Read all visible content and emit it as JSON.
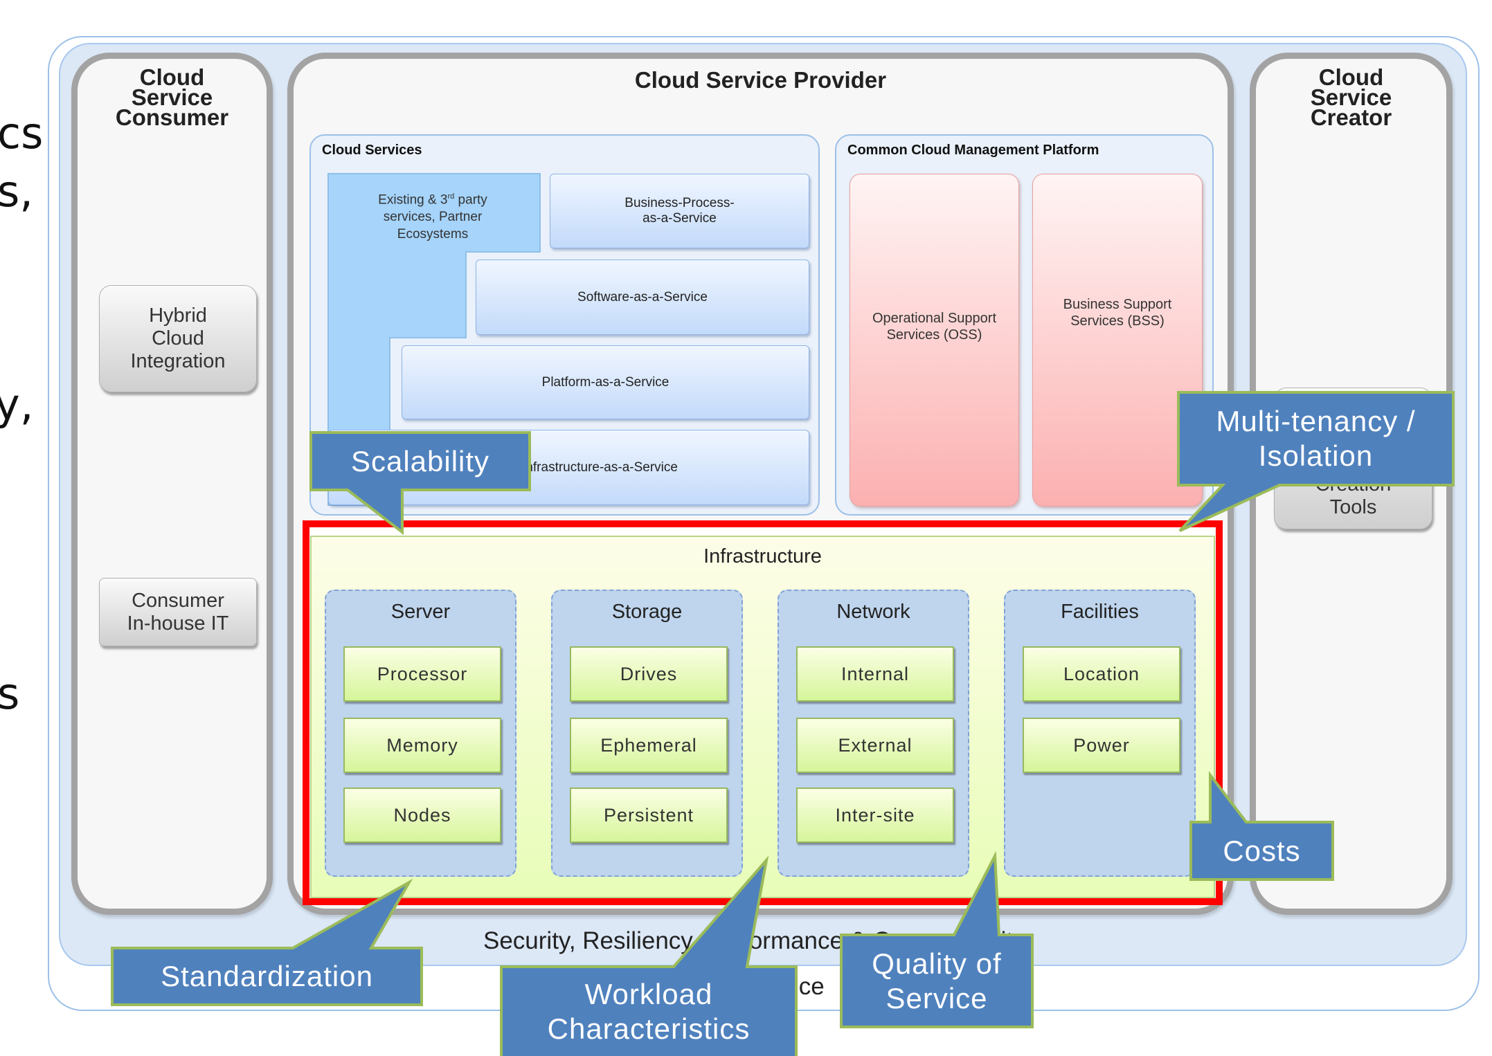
{
  "left_fragments": [
    "cs",
    "s,",
    "y,",
    "s"
  ],
  "consumer": {
    "title": "Cloud Service Consumer",
    "items": [
      "Hybrid Cloud Integration",
      "Consumer In-house IT"
    ]
  },
  "provider": {
    "title": "Cloud Service Provider"
  },
  "creator": {
    "title": "Cloud Service Creator",
    "items": [
      "Creation Tools"
    ]
  },
  "cloud_services": {
    "title": "Cloud Services",
    "existing": {
      "line1_pre": "Existing & 3",
      "sup": "rd",
      "line1_post": " party",
      "line2": "services, Partner",
      "line3": "Ecosystems"
    },
    "layers": [
      "Business-Process-as-a-Service",
      "Software-as-a-Service",
      "Platform-as-a-Service",
      "Infrastructure-as-a-Service"
    ]
  },
  "ccmp": {
    "title": "Common Cloud Management Platform",
    "blocks": [
      "Operational Support Services (OSS)",
      "Business Support Services (BSS)"
    ]
  },
  "infrastructure": {
    "title": "Infrastructure",
    "groups": [
      {
        "name": "Server",
        "items": [
          "Processor",
          "Memory",
          "Nodes"
        ]
      },
      {
        "name": "Storage",
        "items": [
          "Drives",
          "Ephemeral",
          "Persistent"
        ]
      },
      {
        "name": "Network",
        "items": [
          "Internal",
          "External",
          "Inter-site"
        ]
      },
      {
        "name": "Facilities",
        "items": [
          "Location",
          "Power"
        ]
      }
    ]
  },
  "footer": {
    "line1": "Security, Resiliency, Performance & Consumability",
    "line2": "Governance"
  },
  "callouts": [
    "Scalability",
    "Multi-tenancy / Isolation",
    "Costs",
    "Standardization",
    "Workload Characteristics",
    "Quality of Service"
  ],
  "colors": {
    "callout_fill": "#4f81bd",
    "callout_border": "#9bbb59",
    "highlight_border": "#ff0000"
  }
}
